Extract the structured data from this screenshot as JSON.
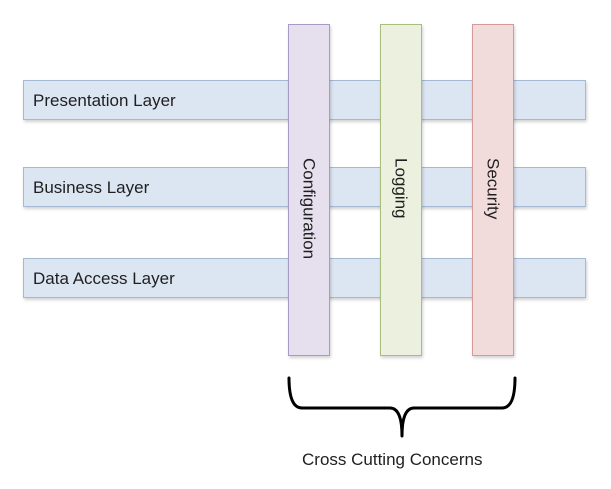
{
  "layers": [
    {
      "label": "Presentation Layer",
      "fill": "#dce6f2",
      "stroke": "#a6b9d3"
    },
    {
      "label": "Business Layer",
      "fill": "#dce6f2",
      "stroke": "#a6b9d3"
    },
    {
      "label": "Data Access Layer",
      "fill": "#dce6f2",
      "stroke": "#a6b9d3"
    }
  ],
  "concerns": [
    {
      "label": "Configuration",
      "fill": "#e5dfee",
      "stroke": "#a99ac4"
    },
    {
      "label": "Logging",
      "fill": "#ebf1de",
      "stroke": "#a9bd7f"
    },
    {
      "label": "Security",
      "fill": "#f2dcdb",
      "stroke": "#d49a98"
    }
  ],
  "brace": {
    "caption": "Cross Cutting Concerns",
    "color": "#000000"
  }
}
